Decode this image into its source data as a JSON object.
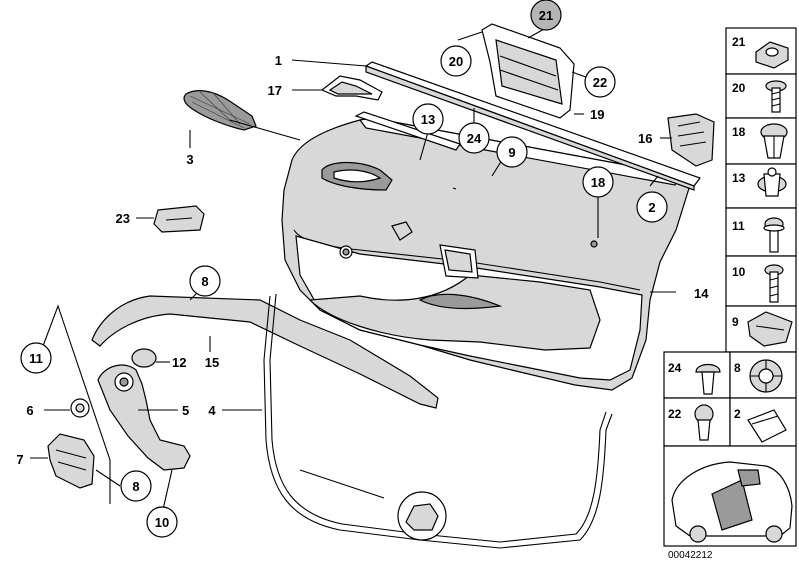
{
  "callouts": [
    {
      "id": "c1",
      "label": "1"
    },
    {
      "id": "c2",
      "label": "2"
    },
    {
      "id": "c3",
      "label": "3"
    },
    {
      "id": "c4",
      "label": "4"
    },
    {
      "id": "c5",
      "label": "5"
    },
    {
      "id": "c6",
      "label": "6"
    },
    {
      "id": "c7",
      "label": "7"
    },
    {
      "id": "c8a",
      "label": "8"
    },
    {
      "id": "c8b",
      "label": "8"
    },
    {
      "id": "c9",
      "label": "9"
    },
    {
      "id": "c10",
      "label": "10"
    },
    {
      "id": "c11",
      "label": "11"
    },
    {
      "id": "c12",
      "label": "12"
    },
    {
      "id": "c13",
      "label": "13"
    },
    {
      "id": "c14",
      "label": "14"
    },
    {
      "id": "c15",
      "label": "15"
    },
    {
      "id": "c16",
      "label": "16"
    },
    {
      "id": "c17",
      "label": "17"
    },
    {
      "id": "c18",
      "label": "18"
    },
    {
      "id": "c19",
      "label": "19"
    },
    {
      "id": "c20",
      "label": "20"
    },
    {
      "id": "c21",
      "label": "21"
    },
    {
      "id": "c22",
      "label": "22"
    },
    {
      "id": "c23",
      "label": "23"
    },
    {
      "id": "c24",
      "label": "24"
    }
  ],
  "legend": {
    "cells": [
      {
        "label": "21",
        "icon": "clip-nut-icon"
      },
      {
        "label": "20",
        "icon": "screw-icon"
      },
      {
        "label": "18",
        "icon": "expanding-rivet-icon"
      },
      {
        "label": "13",
        "icon": "push-clip-icon"
      },
      {
        "label": "11",
        "icon": "fillister-screw-icon"
      },
      {
        "label": "10",
        "icon": "long-screw-icon"
      },
      {
        "label": "9",
        "icon": "spring-clip-icon"
      },
      {
        "label": "24",
        "icon": "mushroom-rivet-icon"
      },
      {
        "label": "8",
        "icon": "star-washer-icon"
      },
      {
        "label": "22",
        "icon": "expanding-plug-icon"
      },
      {
        "label": "2",
        "icon": "sheet-clip-icon"
      }
    ]
  },
  "reference_number": "00042212"
}
